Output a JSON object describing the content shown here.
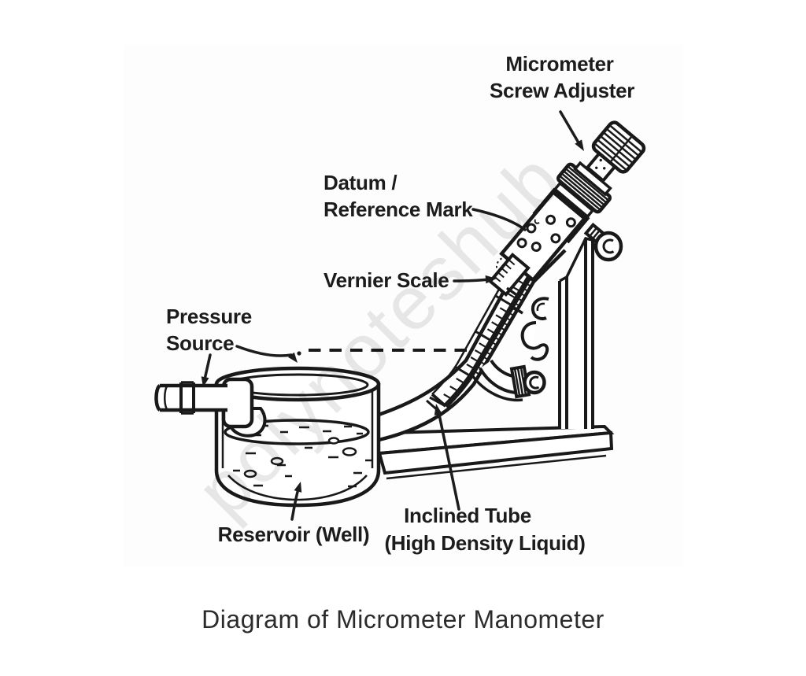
{
  "diagram": {
    "title_caption": "Diagram of Micrometer Manometer",
    "watermark": "polynoteshub",
    "labels": {
      "micrometer_1": "Micrometer",
      "micrometer_2": "Screw Adjuster",
      "datum_1": "Datum /",
      "datum_2": "Reference Mark",
      "vernier": "Vernier Scale",
      "pressure_1": "Pressure",
      "pressure_2": "Source",
      "reservoir": "Reservoir (Well)",
      "inclined_1": "Inclined Tube",
      "inclined_2": "(High Density Liquid)"
    },
    "colors": {
      "line": "#191919",
      "label_text": "#1c1c1c",
      "caption_text": "#2b2b2b",
      "watermark": "#e8e8e8",
      "background": "#ffffff"
    }
  }
}
